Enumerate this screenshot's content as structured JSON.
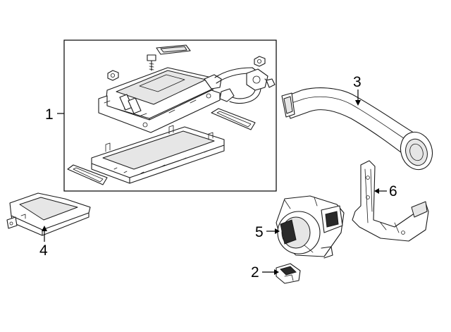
{
  "callouts": [
    {
      "id": "1",
      "text": "1"
    },
    {
      "id": "2",
      "text": "2"
    },
    {
      "id": "3",
      "text": "3"
    },
    {
      "id": "4",
      "text": "4"
    },
    {
      "id": "5",
      "text": "5"
    },
    {
      "id": "6",
      "text": "6"
    }
  ],
  "colors": {
    "line": "#1a1a1a",
    "background": "#ffffff"
  }
}
